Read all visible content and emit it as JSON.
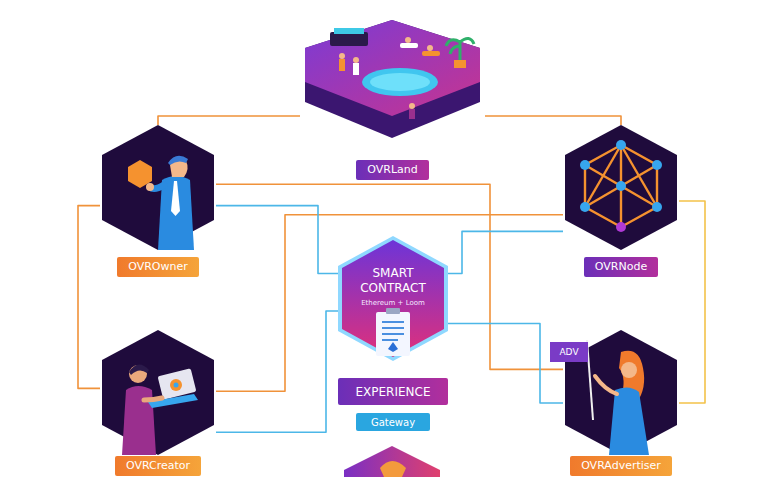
{
  "diagram": {
    "nodes": [
      {
        "text": [
          "OVRLand"
        ]
      },
      {
        "text": [
          "OVROwner"
        ]
      },
      {
        "text": [
          "OVRNode"
        ]
      },
      {
        "text": [
          "SMART CONTRACT",
          "Ethereum + Loom"
        ]
      },
      {
        "text": [
          "EXPERIENCE"
        ]
      },
      {
        "text": [
          "Gateway"
        ]
      },
      {
        "text": [
          "OVRCreator"
        ]
      },
      {
        "text": [
          "OVRAdvertiser"
        ]
      }
    ],
    "edges": [
      {
        "from": 0,
        "to": 1,
        "arrow": "none"
      },
      {
        "from": 0,
        "to": 2,
        "arrow": "none"
      },
      {
        "from": 1,
        "to": 7,
        "arrow": "none"
      },
      {
        "from": 1,
        "to": 6,
        "arrow": "none"
      },
      {
        "from": 6,
        "to": 2,
        "arrow": "none"
      },
      {
        "from": 1,
        "to": 3,
        "arrow": "none"
      },
      {
        "from": 6,
        "to": 3,
        "arrow": "none"
      },
      {
        "from": 2,
        "to": 3,
        "arrow": "none"
      },
      {
        "from": 3,
        "to": 7,
        "arrow": "none"
      },
      {
        "from": 2,
        "to": 7,
        "arrow": "none"
      }
    ],
    "labels": [
      "ADV"
    ]
  }
}
